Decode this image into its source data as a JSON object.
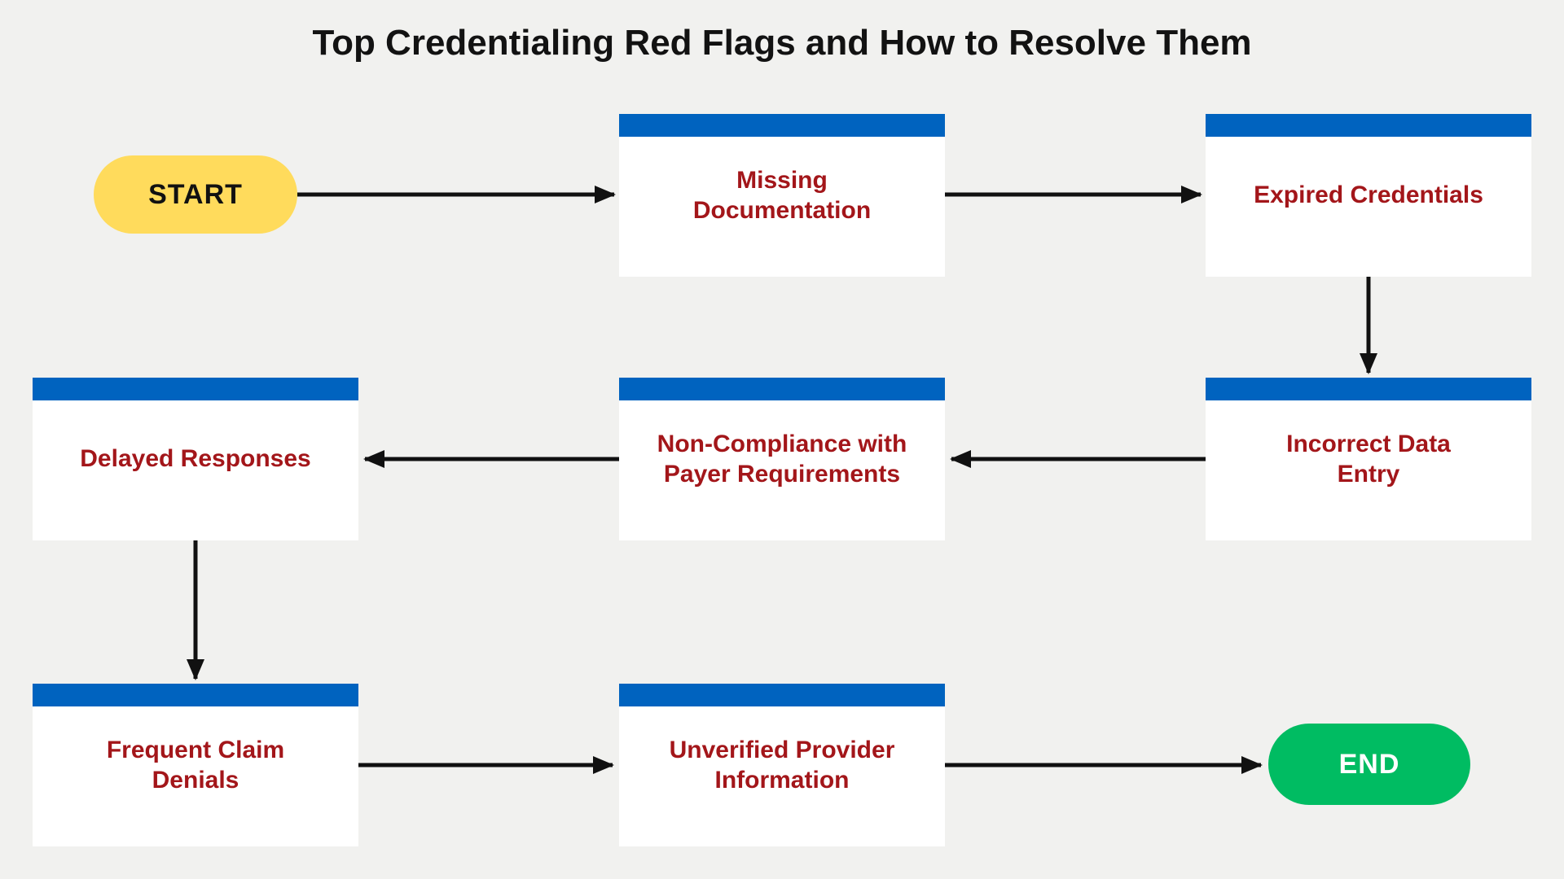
{
  "title": "Top Credentialing Red Flags and How to Resolve Them",
  "colors": {
    "background": "#F1F1EF",
    "node_header_blue": "#0063BF",
    "node_body_white": "#FFFFFF",
    "node_text_red": "#A3161A",
    "start_fill_yellow": "#FFDB5C",
    "start_text_black": "#111111",
    "end_fill_green": "#00BC62",
    "end_text_white": "#FFFFFF",
    "arrow_black": "#111111",
    "title_black": "#121212"
  },
  "nodes": [
    {
      "id": "start",
      "type": "terminal",
      "label": "START"
    },
    {
      "id": "missing-documentation",
      "type": "process",
      "label": "Missing\nDocumentation"
    },
    {
      "id": "expired-credentials",
      "type": "process",
      "label": "Expired Credentials"
    },
    {
      "id": "incorrect-data-entry",
      "type": "process",
      "label": "Incorrect Data\nEntry"
    },
    {
      "id": "non-compliance-with-payer-requirements",
      "type": "process",
      "label": "Non-Compliance with\nPayer Requirements"
    },
    {
      "id": "delayed-responses",
      "type": "process",
      "label": "Delayed Responses"
    },
    {
      "id": "frequent-claim-denials",
      "type": "process",
      "label": "Frequent Claim\nDenials"
    },
    {
      "id": "unverified-provider-information",
      "type": "process",
      "label": "Unverified Provider\nInformation"
    },
    {
      "id": "end",
      "type": "terminal",
      "label": "END"
    }
  ],
  "edges": [
    {
      "from": "start",
      "to": "missing-documentation"
    },
    {
      "from": "missing-documentation",
      "to": "expired-credentials"
    },
    {
      "from": "expired-credentials",
      "to": "incorrect-data-entry"
    },
    {
      "from": "incorrect-data-entry",
      "to": "non-compliance-with-payer-requirements"
    },
    {
      "from": "non-compliance-with-payer-requirements",
      "to": "delayed-responses"
    },
    {
      "from": "delayed-responses",
      "to": "frequent-claim-denials"
    },
    {
      "from": "frequent-claim-denials",
      "to": "unverified-provider-information"
    },
    {
      "from": "unverified-provider-information",
      "to": "end"
    }
  ]
}
